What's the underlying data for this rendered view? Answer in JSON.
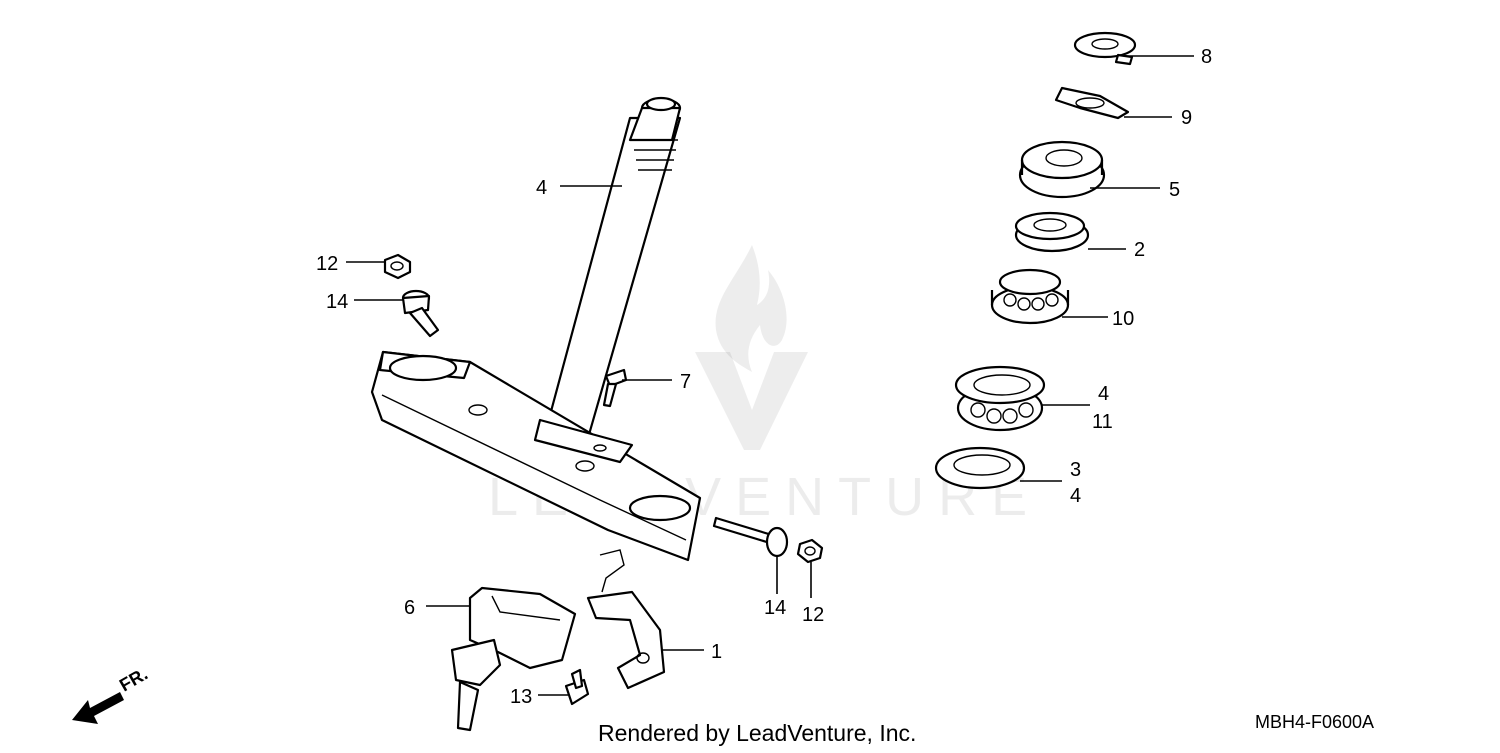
{
  "diagram": {
    "callouts": [
      {
        "id": "c4-stem",
        "text": "4"
      },
      {
        "id": "c12-left",
        "text": "12"
      },
      {
        "id": "c14-left",
        "text": "14"
      },
      {
        "id": "c7",
        "text": "7"
      },
      {
        "id": "c8",
        "text": "8"
      },
      {
        "id": "c9",
        "text": "9"
      },
      {
        "id": "c5",
        "text": "5"
      },
      {
        "id": "c2",
        "text": "2"
      },
      {
        "id": "c10",
        "text": "10"
      },
      {
        "id": "c4-upper",
        "text": "4"
      },
      {
        "id": "c11",
        "text": "11"
      },
      {
        "id": "c3",
        "text": "3"
      },
      {
        "id": "c4-lower",
        "text": "4"
      },
      {
        "id": "c6",
        "text": "6"
      },
      {
        "id": "c1",
        "text": "1"
      },
      {
        "id": "c13",
        "text": "13"
      },
      {
        "id": "c14-right",
        "text": "14"
      },
      {
        "id": "c12-right",
        "text": "12"
      }
    ],
    "front_arrow_label": "FR.",
    "watermark_text": "LEADVENTURE"
  },
  "footer": {
    "credit": "Rendered by LeadVenture, Inc.",
    "diagram_code": "MBH4-F0600A"
  }
}
